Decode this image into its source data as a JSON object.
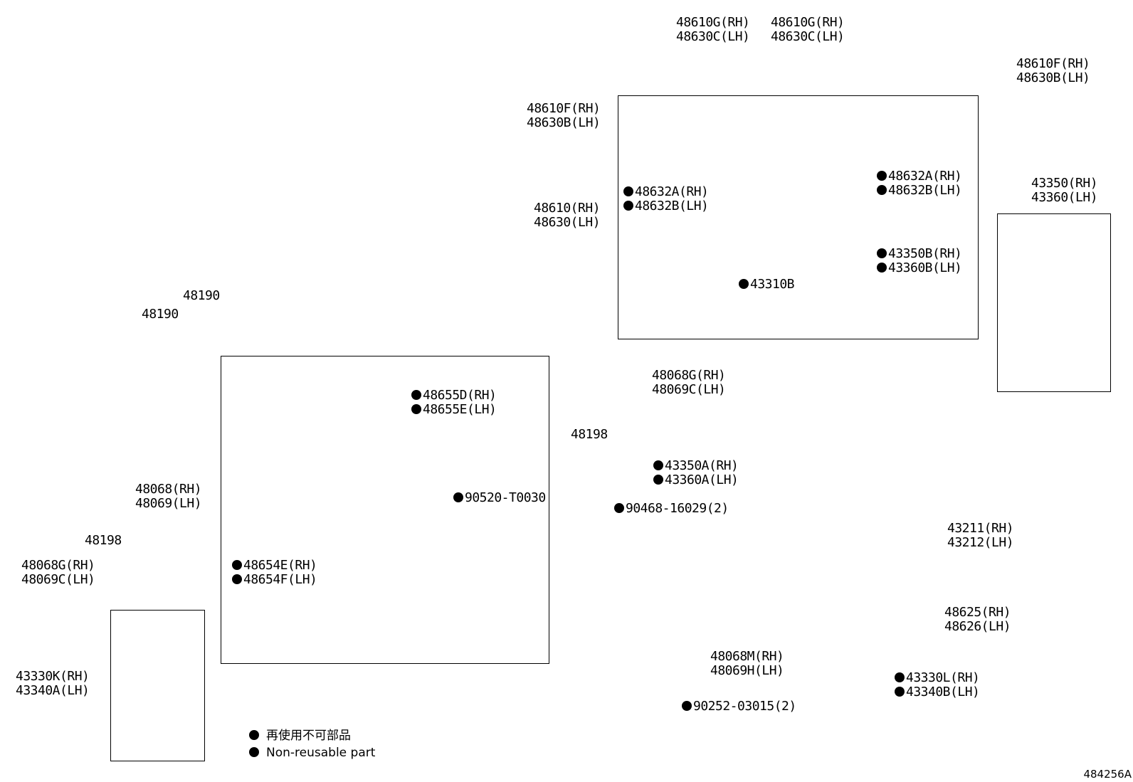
{
  "labels": {
    "upper_bolt_nut_a": [
      "48610G(RH)",
      "48630C(LH)"
    ],
    "upper_bolt_nut_b": [
      "48610G(RH)",
      "48630C(LH)"
    ],
    "upper_bolt_right": [
      "48610F(RH)",
      "48630B(LH)"
    ],
    "upper_bolt_left": [
      "48610F(RH)",
      "48630B(LH)"
    ],
    "upper_bushing_right": [
      "48632A(RH)",
      "48632B(LH)"
    ],
    "upper_bushing_left": [
      "48632A(RH)",
      "48632B(LH)"
    ],
    "upper_arm": [
      "48610(RH)",
      "48630(LH)"
    ],
    "upper_ball_ring": [
      "43350B(RH)",
      "43360B(LH)"
    ],
    "upper_ball_ring_2": [
      "43310B"
    ],
    "upper_ball_joint": [
      "43350(RH)",
      "43360(LH)"
    ],
    "cam_bolt_a": [
      "48190"
    ],
    "cam_bolt_b": [
      "48190"
    ],
    "lower_front_bushing": [
      "48655D(RH)",
      "48655E(LH)"
    ],
    "cam_nut_right": [
      "48068G(RH)",
      "48069C(LH)"
    ],
    "cam_plate_right": [
      "48198"
    ],
    "lower_arm": [
      "48068(RH)",
      "48069(LH)"
    ],
    "snap_ring": [
      "90520-T0030"
    ],
    "cam_plate_left": [
      "48198"
    ],
    "cam_nut_left": [
      "48068G(RH)",
      "48069C(LH)"
    ],
    "lower_rear_bushing": [
      "48654E(RH)",
      "48654F(LH)"
    ],
    "knuckle_nut": [
      "43350A(RH)",
      "43360A(LH)"
    ],
    "knuckle_cotter_pin": [
      "90468-16029(2)"
    ],
    "steering_knuckle": [
      "43211(RH)",
      "43212(LH)"
    ],
    "knuckle_arm": [
      "48625(RH)",
      "48626(LH)"
    ],
    "knuckle_arm_bolt": [
      "48068M(RH)",
      "48069H(LH)"
    ],
    "lower_nut": [
      "43330L(RH)",
      "43340B(LH)"
    ],
    "lower_cotter_pin": [
      "90252-03015(2)"
    ],
    "lower_ball_joint": [
      "43330K(RH)",
      "43340A(LH)"
    ]
  },
  "legend": {
    "line_ja": "再使用不可部品",
    "line_en": "Non-reusable part"
  },
  "illustration_id": "484256A"
}
